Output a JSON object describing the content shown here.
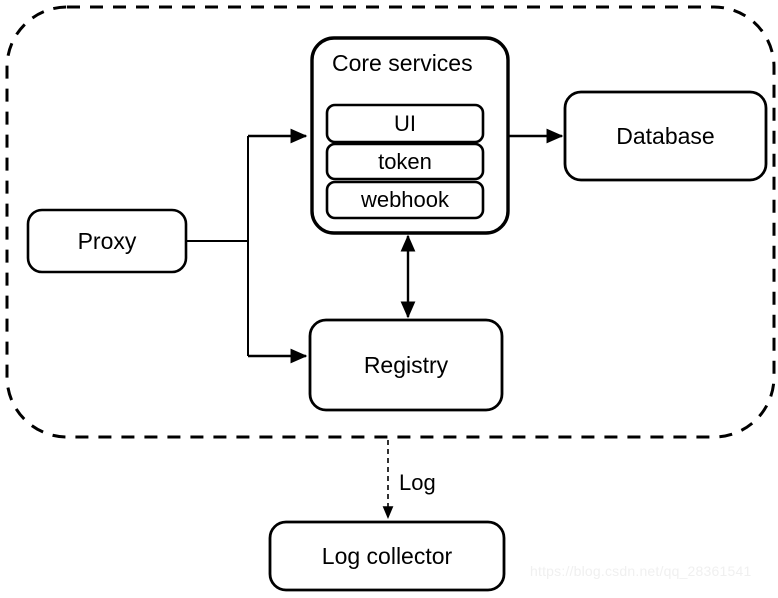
{
  "diagram": {
    "type": "architecture-block-diagram",
    "background_color": "#ffffff",
    "stroke_color": "#000000",
    "boundary": {
      "name": "system-boundary",
      "style": "dashed-rounded-rectangle",
      "label": ""
    },
    "nodes": [
      {
        "id": "proxy",
        "label": "Proxy",
        "shape": "rounded-rectangle",
        "inside_boundary": true
      },
      {
        "id": "core-services",
        "label": "Core services",
        "shape": "rounded-rectangle",
        "inside_boundary": true,
        "children": [
          {
            "id": "ui",
            "label": "UI",
            "shape": "rounded-rectangle"
          },
          {
            "id": "token",
            "label": "token",
            "shape": "rounded-rectangle"
          },
          {
            "id": "webhook",
            "label": "webhook",
            "shape": "rounded-rectangle"
          }
        ]
      },
      {
        "id": "database",
        "label": "Database",
        "shape": "rounded-rectangle",
        "inside_boundary": true
      },
      {
        "id": "registry",
        "label": "Registry",
        "shape": "rounded-rectangle",
        "inside_boundary": true
      },
      {
        "id": "log-collector",
        "label": "Log collector",
        "shape": "rounded-rectangle",
        "inside_boundary": false
      }
    ],
    "edges": [
      {
        "id": "proxy-to-core",
        "from": "proxy",
        "to": "core-services",
        "label": "",
        "style": "solid",
        "arrow": "single"
      },
      {
        "id": "proxy-to-registry",
        "from": "proxy",
        "to": "registry",
        "label": "",
        "style": "solid",
        "arrow": "single"
      },
      {
        "id": "core-to-database",
        "from": "core-services",
        "to": "database",
        "label": "",
        "style": "solid",
        "arrow": "single"
      },
      {
        "id": "core-registry-sync",
        "from": "core-services",
        "to": "registry",
        "label": "",
        "style": "solid",
        "arrow": "double"
      },
      {
        "id": "boundary-to-log-collector",
        "from": "system-boundary",
        "to": "log-collector",
        "label": "Log",
        "style": "dashed",
        "arrow": "single"
      }
    ]
  },
  "watermark": {
    "text": "https://blog.csdn.net/qq_28361541"
  }
}
